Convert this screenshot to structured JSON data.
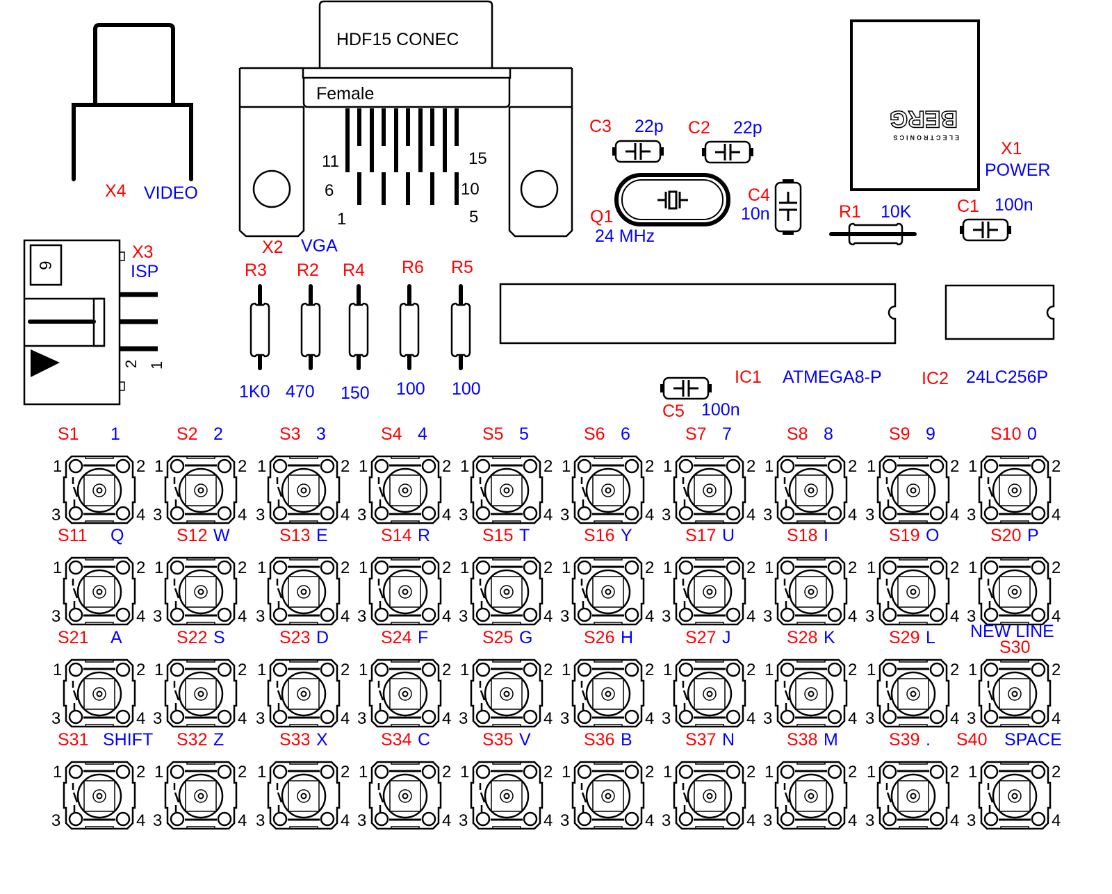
{
  "title": "Keyboard / VGA computer board component placement",
  "colors": {
    "reference": "#ff0000",
    "value": "#0000ff",
    "outline": "#000000",
    "background": "#ffffff"
  },
  "components": {
    "x4": {
      "ref": "X4",
      "value": "VIDEO"
    },
    "x2": {
      "ref": "X2",
      "value": "VGA",
      "body_label": "HDF15 CONEC",
      "gender_label": "Female",
      "pins": {
        "p11": "11",
        "p6": "6",
        "p1": "1",
        "p15": "15",
        "p10": "10",
        "p5": "5"
      }
    },
    "x3": {
      "ref": "X3",
      "value": "ISP",
      "pin_marker": "6",
      "pin2": "2",
      "pin1": "1"
    },
    "x1": {
      "ref": "X1",
      "value": "POWER",
      "brand_small": "ELECTRONICS",
      "brand": "BERG"
    },
    "c3": {
      "ref": "C3",
      "value": "22p"
    },
    "c2": {
      "ref": "C2",
      "value": "22p"
    },
    "c4": {
      "ref": "C4",
      "value": "10n"
    },
    "c1": {
      "ref": "C1",
      "value": "100n"
    },
    "c5": {
      "ref": "C5",
      "value": "100n"
    },
    "q1": {
      "ref": "Q1",
      "value": "24 MHz"
    },
    "r1": {
      "ref": "R1",
      "value": "10K"
    },
    "r3": {
      "ref": "R3",
      "value": "1K0"
    },
    "r2": {
      "ref": "R2",
      "value": "470"
    },
    "r4": {
      "ref": "R4",
      "value": "150"
    },
    "r6": {
      "ref": "R6",
      "value": "100"
    },
    "r5": {
      "ref": "R5",
      "value": "100"
    },
    "ic1": {
      "ref": "IC1",
      "value": "ATMEGA8-P"
    },
    "ic2": {
      "ref": "IC2",
      "value": "24LC256P"
    }
  },
  "switch_pins": [
    "1",
    "2",
    "3",
    "4"
  ],
  "switches": [
    {
      "ref": "S1",
      "key": "1"
    },
    {
      "ref": "S2",
      "key": "2"
    },
    {
      "ref": "S3",
      "key": "3"
    },
    {
      "ref": "S4",
      "key": "4"
    },
    {
      "ref": "S5",
      "key": "5"
    },
    {
      "ref": "S6",
      "key": "6"
    },
    {
      "ref": "S7",
      "key": "7"
    },
    {
      "ref": "S8",
      "key": "8"
    },
    {
      "ref": "S9",
      "key": "9"
    },
    {
      "ref": "S10",
      "key": "0"
    },
    {
      "ref": "S11",
      "key": "Q"
    },
    {
      "ref": "S12",
      "key": "W"
    },
    {
      "ref": "S13",
      "key": "E"
    },
    {
      "ref": "S14",
      "key": "R"
    },
    {
      "ref": "S15",
      "key": "T"
    },
    {
      "ref": "S16",
      "key": "Y"
    },
    {
      "ref": "S17",
      "key": "U"
    },
    {
      "ref": "S18",
      "key": "I"
    },
    {
      "ref": "S19",
      "key": "O"
    },
    {
      "ref": "S20",
      "key": "P"
    },
    {
      "ref": "S21",
      "key": "A"
    },
    {
      "ref": "S22",
      "key": "S"
    },
    {
      "ref": "S23",
      "key": "D"
    },
    {
      "ref": "S24",
      "key": "F"
    },
    {
      "ref": "S25",
      "key": "G"
    },
    {
      "ref": "S26",
      "key": "H"
    },
    {
      "ref": "S27",
      "key": "J"
    },
    {
      "ref": "S28",
      "key": "K"
    },
    {
      "ref": "S29",
      "key": "L"
    },
    {
      "ref": "S30",
      "key": "NEW LINE"
    },
    {
      "ref": "S31",
      "key": "SHIFT"
    },
    {
      "ref": "S32",
      "key": "Z"
    },
    {
      "ref": "S33",
      "key": "X"
    },
    {
      "ref": "S34",
      "key": "C"
    },
    {
      "ref": "S35",
      "key": "V"
    },
    {
      "ref": "S36",
      "key": "B"
    },
    {
      "ref": "S37",
      "key": "N"
    },
    {
      "ref": "S38",
      "key": "M"
    },
    {
      "ref": "S39",
      "key": "."
    },
    {
      "ref": "S40",
      "key": "SPACE"
    }
  ]
}
